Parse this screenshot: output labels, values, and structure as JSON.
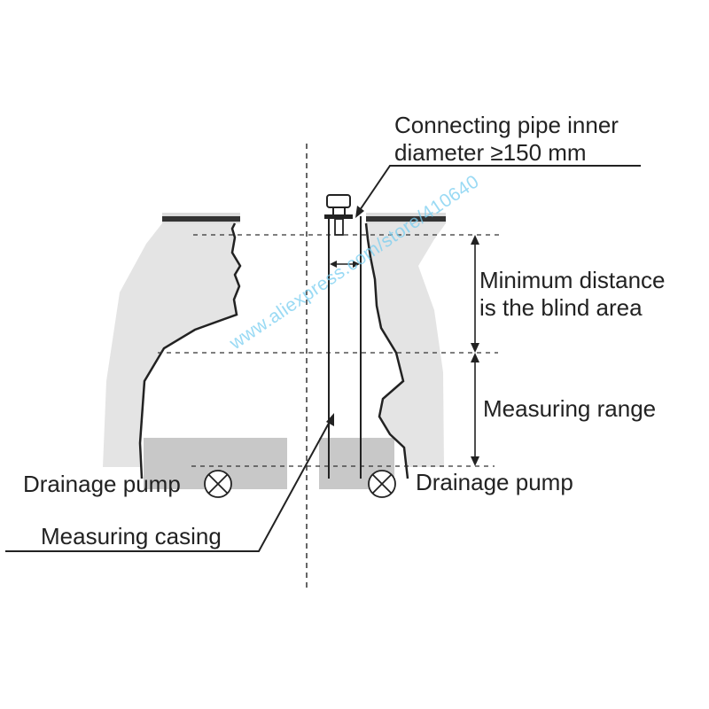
{
  "labels": {
    "connecting_pipe_line1": "Connecting pipe inner",
    "connecting_pipe_line2": "diameter ≥150 mm",
    "min_distance_line1": "Minimum distance",
    "min_distance_line2": "is the blind area",
    "measuring_range": "Measuring range",
    "drainage_pump_left": "Drainage pump",
    "drainage_pump_right": "Drainage pump",
    "measuring_casing": "Measuring casing"
  },
  "watermark": "www.aliexpress.com/store/410640",
  "colors": {
    "wall_fill": "#e4e4e4",
    "pump_block": "#c8c8c8",
    "line": "#222222",
    "watermark": "#78cdf0"
  }
}
